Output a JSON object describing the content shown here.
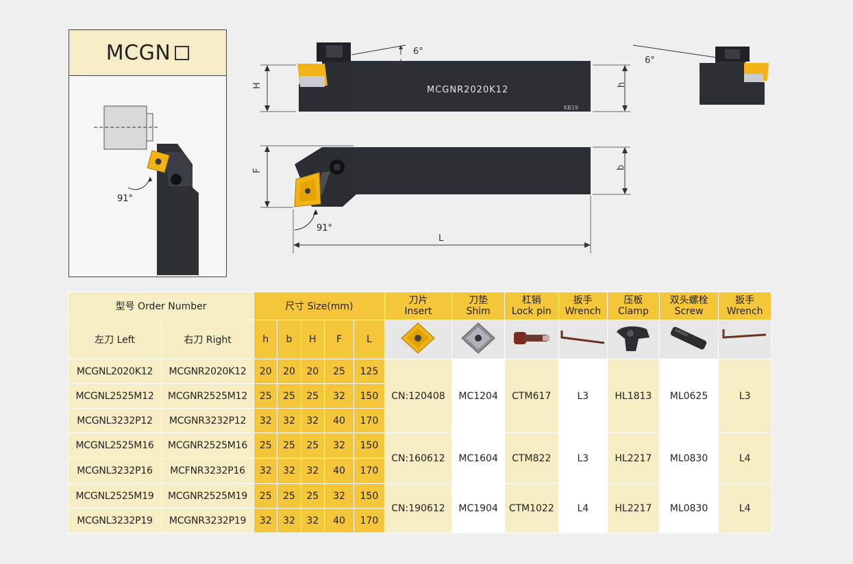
{
  "model_title": "MCGN",
  "diagram": {
    "angle_top_left": "6°",
    "angle_top_right": "6°",
    "angle_91_small": "91°",
    "angle_91_main": "91°",
    "dim_H": "H",
    "dim_h": "h",
    "dim_F": "F",
    "dim_b": "b",
    "dim_L": "L",
    "holder_marking": "MCGNR2020K12",
    "holder_sub_marking": "KB19"
  },
  "table": {
    "header": {
      "order_number": "型号 Order Number",
      "size": "尺寸 Size(mm)",
      "left": "左刀 Left",
      "right": "右刀 Right",
      "dims": [
        "h",
        "b",
        "H",
        "F",
        "L"
      ],
      "insert_cn": "刀片",
      "insert_en": "Insert",
      "shim_cn": "刀垫",
      "shim_en": "Shim",
      "lockpin_cn": "杠销",
      "lockpin_en": "Lock pin",
      "wrench1_cn": "扳手",
      "wrench1_en": "Wrench",
      "clamp_cn": "压板",
      "clamp_en": "Clamp",
      "screw_cn": "双头螺栓",
      "screw_en": "Screw",
      "wrench2_cn": "扳手",
      "wrench2_en": "Wrench"
    },
    "rows": [
      {
        "left": "MCGNL2020K12",
        "right": "MCGNR2020K12",
        "h": "20",
        "b": "20",
        "H": "20",
        "F": "25",
        "L": "125"
      },
      {
        "left": "MCGNL2525M12",
        "right": "MCGNR2525M12",
        "h": "25",
        "b": "25",
        "H": "25",
        "F": "32",
        "L": "150"
      },
      {
        "left": "MCGNL3232P12",
        "right": "MCGNR3232P12",
        "h": "32",
        "b": "32",
        "H": "32",
        "F": "40",
        "L": "170"
      },
      {
        "left": "MCGNL2525M16",
        "right": "MCGNR2525M16",
        "h": "25",
        "b": "25",
        "H": "25",
        "F": "32",
        "L": "150"
      },
      {
        "left": "MCGNL3232P16",
        "right": "MCFNR3232P16",
        "h": "32",
        "b": "32",
        "H": "32",
        "F": "40",
        "L": "170"
      },
      {
        "left": "MCGNL2525M19",
        "right": "MCGNR2525M19",
        "h": "25",
        "b": "25",
        "H": "25",
        "F": "32",
        "L": "150"
      },
      {
        "left": "MCGNL3232P19",
        "right": "MCGNR3232P19",
        "h": "32",
        "b": "32",
        "H": "32",
        "F": "40",
        "L": "170"
      }
    ],
    "groups": [
      {
        "insert": "CN:120408",
        "shim": "MC1204",
        "lockpin": "CTM617",
        "wrench1": "L3",
        "clamp": "HL1813",
        "screw": "ML0625",
        "wrench2": "L3"
      },
      {
        "insert": "CN:160612",
        "shim": "MC1604",
        "lockpin": "CTM822",
        "wrench1": "L3",
        "clamp": "HL2217",
        "screw": "ML0830",
        "wrench2": "L4"
      },
      {
        "insert": "CN:190612",
        "shim": "MC1904",
        "lockpin": "CTM1022",
        "wrench1": "L4",
        "clamp": "HL2217",
        "screw": "ML0830",
        "wrench2": "L4"
      }
    ]
  },
  "colors": {
    "yellow": "#f5c53a",
    "cream": "#f6edc4",
    "insert_gold": "#f2b316",
    "holder_dark": "#2c2f33"
  }
}
